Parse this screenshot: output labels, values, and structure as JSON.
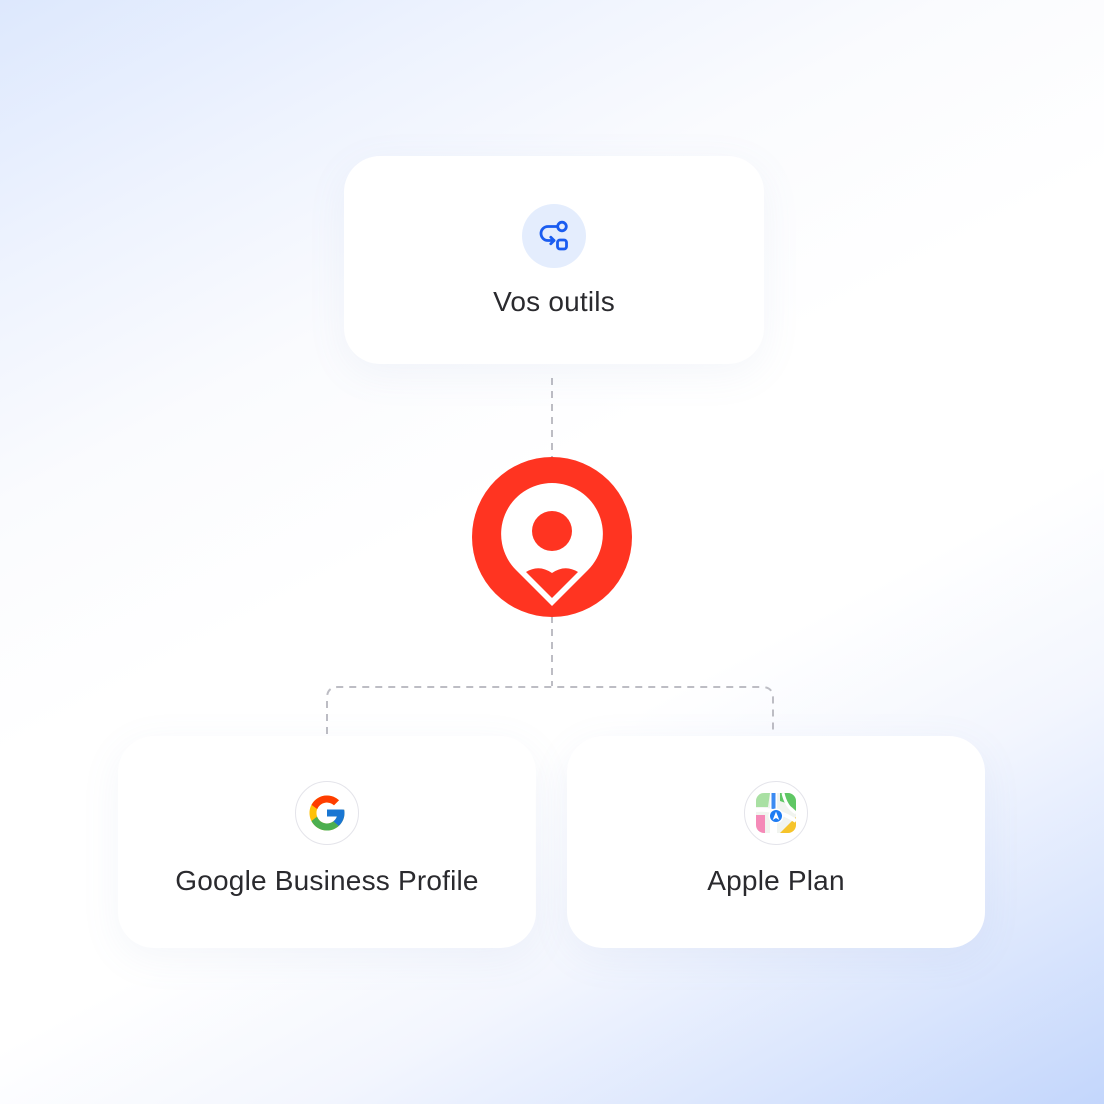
{
  "nodes": {
    "top": {
      "label": "Vos outils",
      "icon": "integrations-icon",
      "icon_color": "#1a5cf0",
      "icon_bg": "#e4edfd"
    },
    "left": {
      "label": "Google Business Profile",
      "icon": "google-logo-icon"
    },
    "right": {
      "label": "Apple Plan",
      "icon": "apple-maps-icon"
    }
  },
  "hub": {
    "icon": "location-pin-logo",
    "color": "#ff3421"
  },
  "connector_color": "#bdbdc4"
}
